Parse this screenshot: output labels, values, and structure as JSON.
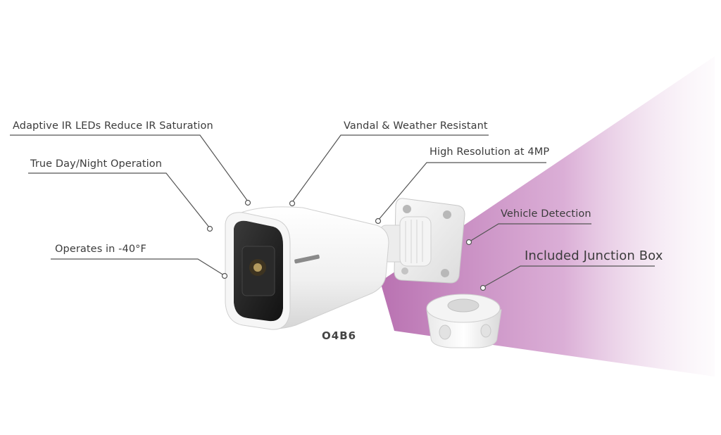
{
  "callouts": {
    "adaptive_ir": "Adaptive IR LEDs Reduce IR Saturation",
    "day_night": "True Day/Night Operation",
    "operates": "Operates in -40°F",
    "vandal": "Vandal & Weather Resistant",
    "resolution": "High Resolution at 4MP",
    "vehicle": "Vehicle Detection",
    "junction": "Included Junction Box"
  },
  "model": "O4B6",
  "colors": {
    "beam": "#c98cc3",
    "leader_line": "#555555",
    "text": "#3b3b3b"
  }
}
